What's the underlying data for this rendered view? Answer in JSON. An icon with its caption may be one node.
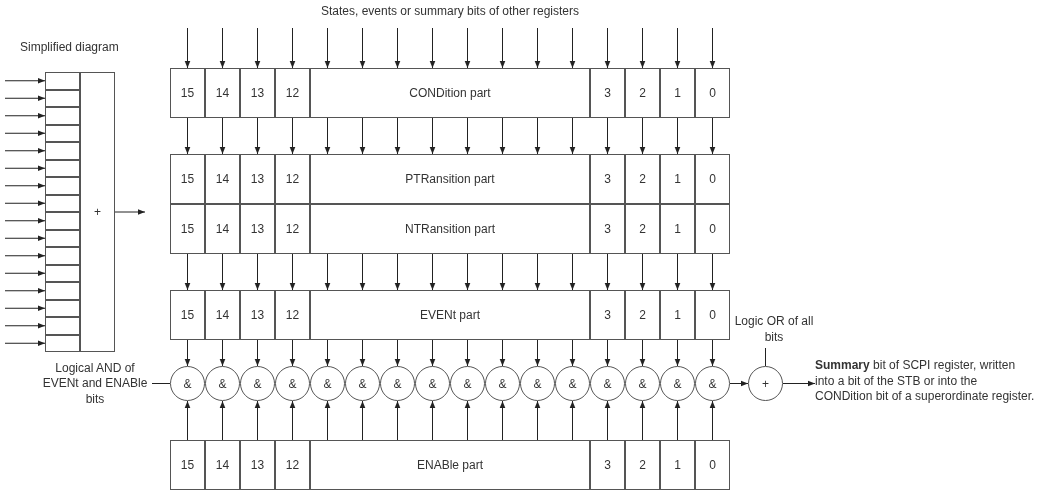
{
  "diagram": {
    "nodes": [
      {
        "text": [
          "Simplified diagram"
        ]
      },
      {
        "text": [],
        "shape": "box",
        "in": 0
      },
      {
        "text": [],
        "shape": "box",
        "in": 0
      },
      {
        "text": [],
        "shape": "box",
        "in": 0
      },
      {
        "text": [],
        "shape": "box",
        "in": 0
      },
      {
        "text": [],
        "shape": "box",
        "in": 0
      },
      {
        "text": [],
        "shape": "box",
        "in": 0
      },
      {
        "text": [],
        "shape": "box",
        "in": 0
      },
      {
        "text": [],
        "shape": "box",
        "in": 0
      },
      {
        "text": [],
        "shape": "box",
        "in": 0
      },
      {
        "text": [],
        "shape": "box",
        "in": 0
      },
      {
        "text": [],
        "shape": "box",
        "in": 0
      },
      {
        "text": [],
        "shape": "box",
        "in": 0
      },
      {
        "text": [],
        "shape": "box",
        "in": 0
      },
      {
        "text": [],
        "shape": "box",
        "in": 0
      },
      {
        "text": [],
        "shape": "box",
        "in": 0
      },
      {
        "text": [],
        "shape": "box",
        "in": 0
      },
      {
        "text": [
          "+"
        ],
        "in": 0
      },
      {
        "text": [
          "15"
        ]
      },
      {
        "text": [
          "14"
        ]
      },
      {
        "text": [
          "13"
        ]
      },
      {
        "text": [
          "12"
        ]
      },
      {
        "text": [
          "CONDition part"
        ]
      },
      {
        "text": [
          "3"
        ]
      },
      {
        "text": [
          "2"
        ]
      },
      {
        "text": [
          "1"
        ]
      },
      {
        "text": [
          "0"
        ]
      },
      {
        "text": [
          "15"
        ]
      },
      {
        "text": [
          "14"
        ]
      },
      {
        "text": [
          "13"
        ]
      },
      {
        "text": [
          "12"
        ]
      },
      {
        "text": [
          "PTRansition part"
        ]
      },
      {
        "text": [
          "3"
        ]
      },
      {
        "text": [
          "2"
        ]
      },
      {
        "text": [
          "1"
        ]
      },
      {
        "text": [
          "0"
        ]
      },
      {
        "text": [
          "15"
        ]
      },
      {
        "text": [
          "14"
        ]
      },
      {
        "text": [
          "13"
        ]
      },
      {
        "text": [
          "12"
        ]
      },
      {
        "text": [
          "NTRansition part"
        ]
      },
      {
        "text": [
          "3"
        ]
      },
      {
        "text": [
          "2"
        ]
      },
      {
        "text": [
          "1"
        ]
      },
      {
        "text": [
          "0"
        ]
      },
      {
        "text": [
          "15"
        ]
      },
      {
        "text": [
          "14"
        ]
      },
      {
        "text": [
          "13"
        ]
      },
      {
        "text": [
          "12"
        ]
      },
      {
        "text": [
          "EVENt part"
        ]
      },
      {
        "text": [
          "3"
        ]
      },
      {
        "text": [
          "2"
        ]
      },
      {
        "text": [
          "1"
        ]
      },
      {
        "text": [
          "0"
        ]
      },
      {
        "text": [
          "Logic OR of all bits"
        ]
      },
      {
        "text": [
          "Logical AND of EVENt and ENABle bits"
        ]
      },
      {
        "text": [
          "&"
        ]
      },
      {
        "text": [
          "&"
        ]
      },
      {
        "text": [
          "&"
        ]
      },
      {
        "text": [
          "&"
        ]
      },
      {
        "text": [
          "&"
        ]
      },
      {
        "text": [
          "&"
        ]
      },
      {
        "text": [
          "&"
        ]
      },
      {
        "text": [
          "&"
        ]
      },
      {
        "text": [
          "&"
        ]
      },
      {
        "text": [
          "&"
        ]
      },
      {
        "text": [
          "&"
        ]
      },
      {
        "text": [
          "&"
        ]
      },
      {
        "text": [
          "&"
        ]
      },
      {
        "text": [
          "&"
        ]
      },
      {
        "text": [
          "&"
        ]
      },
      {
        "text": [
          "&"
        ]
      },
      {
        "text": [
          "+"
        ]
      },
      {
        "text": [
          "**Summary** bit of SCPI register, written into a bit of the STB or into the CONDition bit of a superordinate register."
        ]
      },
      {
        "text": [
          "15"
        ]
      },
      {
        "text": [
          "14"
        ]
      },
      {
        "text": [
          "13"
        ]
      },
      {
        "text": [
          "12"
        ]
      },
      {
        "text": [
          "ENABle part"
        ]
      },
      {
        "text": [
          "3"
        ]
      },
      {
        "text": [
          "2"
        ]
      },
      {
        "text": [
          "1"
        ]
      },
      {
        "text": [
          "0"
        ]
      }
    ],
    "edges": [
      {
        "from": null,
        "to": 18,
        "arrow": "to"
      },
      {
        "from": null,
        "to": 19,
        "arrow": "to"
      },
      {
        "from": null,
        "to": 20,
        "arrow": "to"
      },
      {
        "from": null,
        "to": 21,
        "arrow": "to"
      },
      {
        "from": null,
        "to": 22,
        "arrow": "to"
      },
      {
        "from": null,
        "to": 22,
        "arrow": "to"
      },
      {
        "from": null,
        "to": 22,
        "arrow": "to"
      },
      {
        "from": null,
        "to": 22,
        "arrow": "to"
      },
      {
        "from": null,
        "to": 22,
        "arrow": "to"
      },
      {
        "from": null,
        "to": 22,
        "arrow": "to"
      },
      {
        "from": null,
        "to": 22,
        "arrow": "to"
      },
      {
        "from": null,
        "to": 22,
        "arrow": "to"
      },
      {
        "from": null,
        "to": 23,
        "arrow": "to"
      },
      {
        "from": null,
        "to": 24,
        "arrow": "to"
      },
      {
        "from": null,
        "to": 25,
        "arrow": "to"
      },
      {
        "from": null,
        "to": 26,
        "arrow": "to"
      },
      {
        "from": 18,
        "to": 27,
        "arrow": "to"
      },
      {
        "from": 19,
        "to": 28,
        "arrow": "to"
      },
      {
        "from": 20,
        "to": 29,
        "arrow": "to"
      },
      {
        "from": 21,
        "to": 30,
        "arrow": "to"
      },
      {
        "from": 22,
        "to": 31,
        "arrow": "to"
      },
      {
        "from": 22,
        "to": 31,
        "arrow": "to"
      },
      {
        "from": 22,
        "to": 31,
        "arrow": "to"
      },
      {
        "from": 22,
        "to": 31,
        "arrow": "to"
      },
      {
        "from": 22,
        "to": 31,
        "arrow": "to"
      },
      {
        "from": 22,
        "to": 31,
        "arrow": "to"
      },
      {
        "from": 22,
        "to": 31,
        "arrow": "to"
      },
      {
        "from": 22,
        "to": 31,
        "arrow": "to"
      },
      {
        "from": 23,
        "to": 32,
        "arrow": "to"
      },
      {
        "from": 24,
        "to": 33,
        "arrow": "to"
      },
      {
        "from": 25,
        "to": 34,
        "arrow": "to"
      },
      {
        "from": 26,
        "to": 35,
        "arrow": "to"
      },
      {
        "from": 36,
        "to": 45,
        "arrow": "to"
      },
      {
        "from": 37,
        "to": 46,
        "arrow": "to"
      },
      {
        "from": 38,
        "to": 47,
        "arrow": "to"
      },
      {
        "from": 39,
        "to": 48,
        "arrow": "to"
      },
      {
        "from": 40,
        "to": 49,
        "arrow": "to"
      },
      {
        "from": 40,
        "to": 49,
        "arrow": "to"
      },
      {
        "from": 40,
        "to": 49,
        "arrow": "to"
      },
      {
        "from": 40,
        "to": 49,
        "arrow": "to"
      },
      {
        "from": 40,
        "to": 49,
        "arrow": "to"
      },
      {
        "from": 40,
        "to": 49,
        "arrow": "to"
      },
      {
        "from": 40,
        "to": 49,
        "arrow": "to"
      },
      {
        "from": 40,
        "to": 49,
        "arrow": "to"
      },
      {
        "from": 41,
        "to": 50,
        "arrow": "to"
      },
      {
        "from": 42,
        "to": 51,
        "arrow": "to"
      },
      {
        "from": 43,
        "to": 52,
        "arrow": "to"
      },
      {
        "from": 44,
        "to": 53,
        "arrow": "to"
      },
      {
        "from": 45,
        "to": 56,
        "arrow": "to"
      },
      {
        "from": 46,
        "to": 57,
        "arrow": "to"
      },
      {
        "from": 47,
        "to": 58,
        "arrow": "to"
      },
      {
        "from": 48,
        "to": 59,
        "arrow": "to"
      },
      {
        "from": 49,
        "to": 60,
        "arrow": "to"
      },
      {
        "from": 49,
        "to": 61,
        "arrow": "to"
      },
      {
        "from": 49,
        "to": 62,
        "arrow": "to"
      },
      {
        "from": 49,
        "to": 63,
        "arrow": "to"
      },
      {
        "from": 49,
        "to": 64,
        "arrow": "to"
      },
      {
        "from": 49,
        "to": 65,
        "arrow": "to"
      },
      {
        "from": 49,
        "to": 66,
        "arrow": "to"
      },
      {
        "from": 49,
        "to": 67,
        "arrow": "to"
      },
      {
        "from": 50,
        "to": 68,
        "arrow": "to"
      },
      {
        "from": 51,
        "to": 69,
        "arrow": "to"
      },
      {
        "from": 52,
        "to": 70,
        "arrow": "to"
      },
      {
        "from": 53,
        "to": 71,
        "arrow": "to"
      },
      {
        "from": 74,
        "to": 56,
        "arrow": "to"
      },
      {
        "from": 75,
        "to": 57,
        "arrow": "to"
      },
      {
        "from": 76,
        "to": 58,
        "arrow": "to"
      },
      {
        "from": 77,
        "to": 59,
        "arrow": "to"
      },
      {
        "from": 78,
        "to": 60,
        "arrow": "to"
      },
      {
        "from": 78,
        "to": 61,
        "arrow": "to"
      },
      {
        "from": 78,
        "to": 62,
        "arrow": "to"
      },
      {
        "from": 78,
        "to": 63,
        "arrow": "to"
      },
      {
        "from": 78,
        "to": 64,
        "arrow": "to"
      },
      {
        "from": 78,
        "to": 65,
        "arrow": "to"
      },
      {
        "from": 78,
        "to": 66,
        "arrow": "to"
      },
      {
        "from": 78,
        "to": 67,
        "arrow": "to"
      },
      {
        "from": 79,
        "to": 68,
        "arrow": "to"
      },
      {
        "from": 80,
        "to": 69,
        "arrow": "to"
      },
      {
        "from": 81,
        "to": 70,
        "arrow": "to"
      },
      {
        "from": 82,
        "to": 71,
        "arrow": "to"
      },
      {
        "from": 71,
        "to": 72,
        "arrow": "to"
      },
      {
        "from": 72,
        "to": 73,
        "arrow": "to"
      },
      {
        "from": 55,
        "to": 56,
        "arrow": "none"
      },
      {
        "from": 54,
        "to": 72,
        "arrow": "none"
      },
      {
        "from": null,
        "to": 1,
        "arrow": "to"
      },
      {
        "from": null,
        "to": 2,
        "arrow": "to"
      },
      {
        "from": null,
        "to": 3,
        "arrow": "to"
      },
      {
        "from": null,
        "to": 4,
        "arrow": "to"
      },
      {
        "from": null,
        "to": 5,
        "arrow": "to"
      },
      {
        "from": null,
        "to": 6,
        "arrow": "to"
      },
      {
        "from": null,
        "to": 7,
        "arrow": "to"
      },
      {
        "from": null,
        "to": 8,
        "arrow": "to"
      },
      {
        "from": null,
        "to": 9,
        "arrow": "to"
      },
      {
        "from": null,
        "to": 10,
        "arrow": "to"
      },
      {
        "from": null,
        "to": 11,
        "arrow": "to"
      },
      {
        "from": null,
        "to": 12,
        "arrow": "to"
      },
      {
        "from": null,
        "to": 13,
        "arrow": "to"
      },
      {
        "from": null,
        "to": 14,
        "arrow": "to"
      },
      {
        "from": null,
        "to": 15,
        "arrow": "to"
      },
      {
        "from": null,
        "to": 16,
        "arrow": "to"
      },
      {
        "from": 17,
        "to": null,
        "arrow": "to"
      }
    ],
    "labels": [
      "States, events or summary bits of other registers"
    ]
  }
}
